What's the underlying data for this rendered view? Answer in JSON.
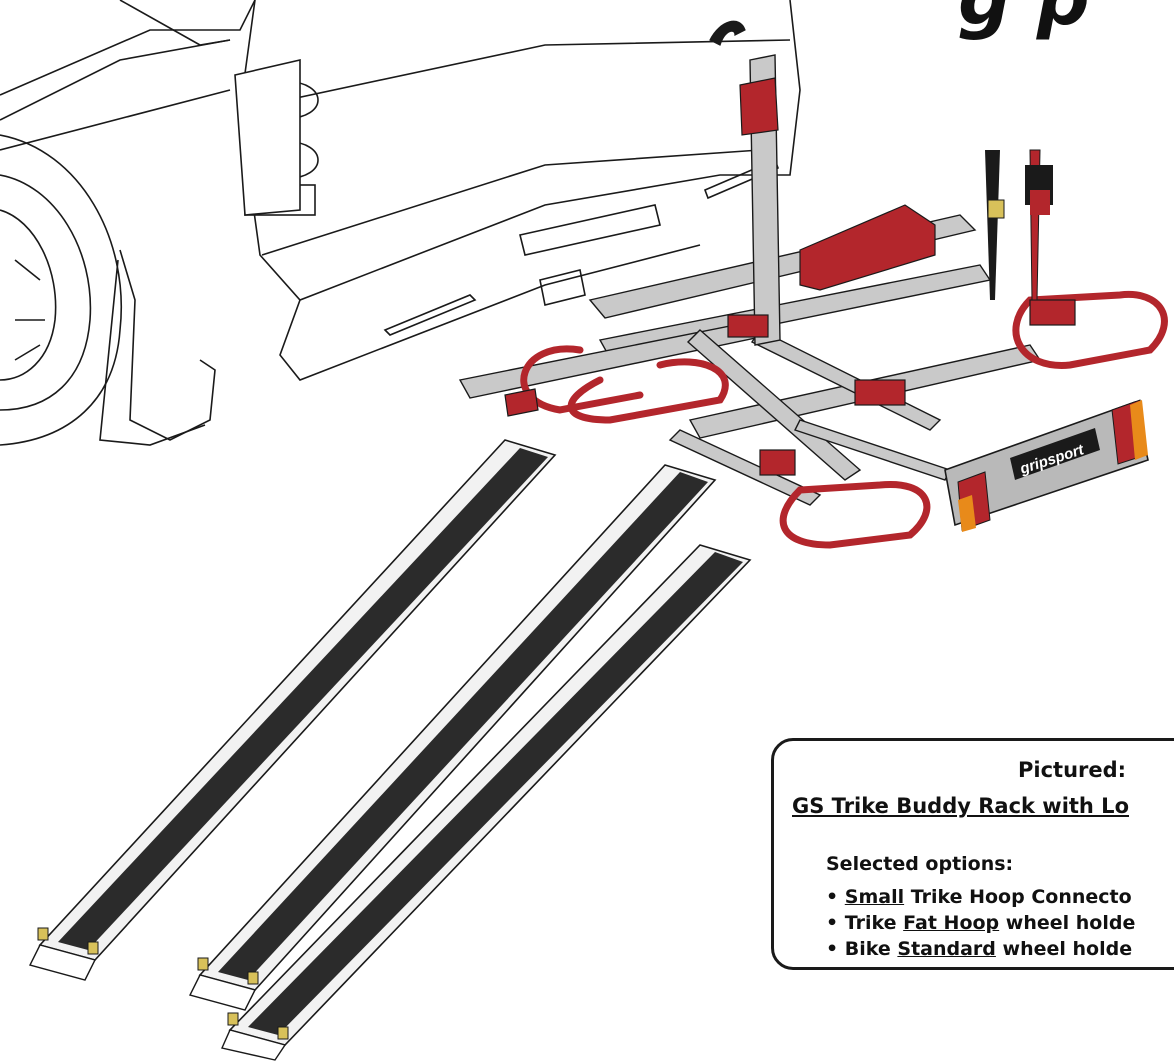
{
  "caption": {
    "pictured_label": "Pictured:",
    "product_name": "GS Trike Buddy Rack with Lo",
    "selected_label": "Selected options:",
    "options": [
      {
        "bullet": "• ",
        "emph": "Small",
        "rest": " Trike Hoop Connecto"
      },
      {
        "bullet": "• Trike ",
        "emph": "Fat Hoop",
        "rest": " wheel holde"
      },
      {
        "bullet": "• Bike ",
        "emph": "Standard",
        "rest": " wheel holde"
      }
    ]
  },
  "brand_text": "gripsport",
  "top_fragment": "g p",
  "colors": {
    "rack_red": "#b3262c",
    "steel": "#c9c9c9",
    "ramp_tread": "#2b2b2b",
    "outline": "#1a1a1a",
    "light_amber": "#e88a1a"
  }
}
